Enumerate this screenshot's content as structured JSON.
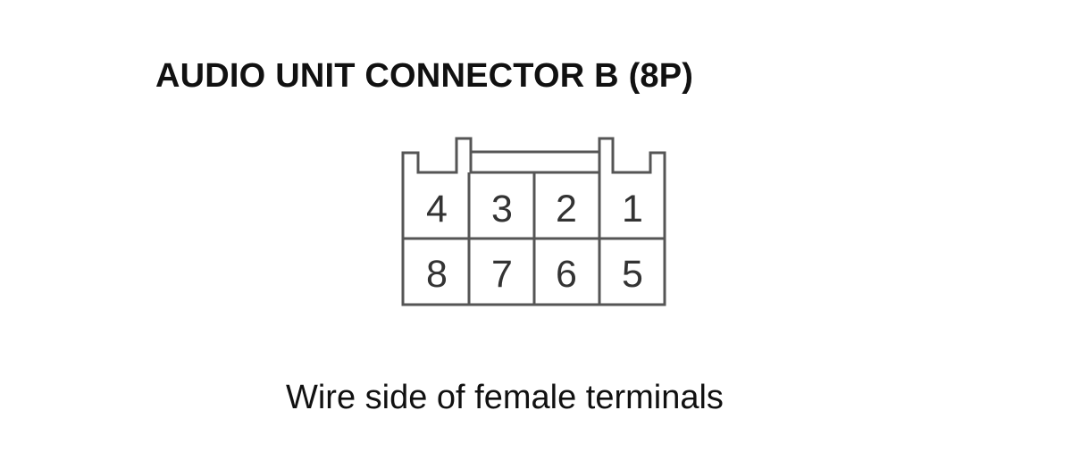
{
  "title": "AUDIO UNIT CONNECTOR B (8P)",
  "caption": "Wire side of female terminals",
  "connector": {
    "pin_count": 8,
    "rows": [
      [
        "4",
        "3",
        "2",
        "1"
      ],
      [
        "8",
        "7",
        "6",
        "5"
      ]
    ],
    "outline_color": "#555555",
    "text_color": "#333333"
  }
}
